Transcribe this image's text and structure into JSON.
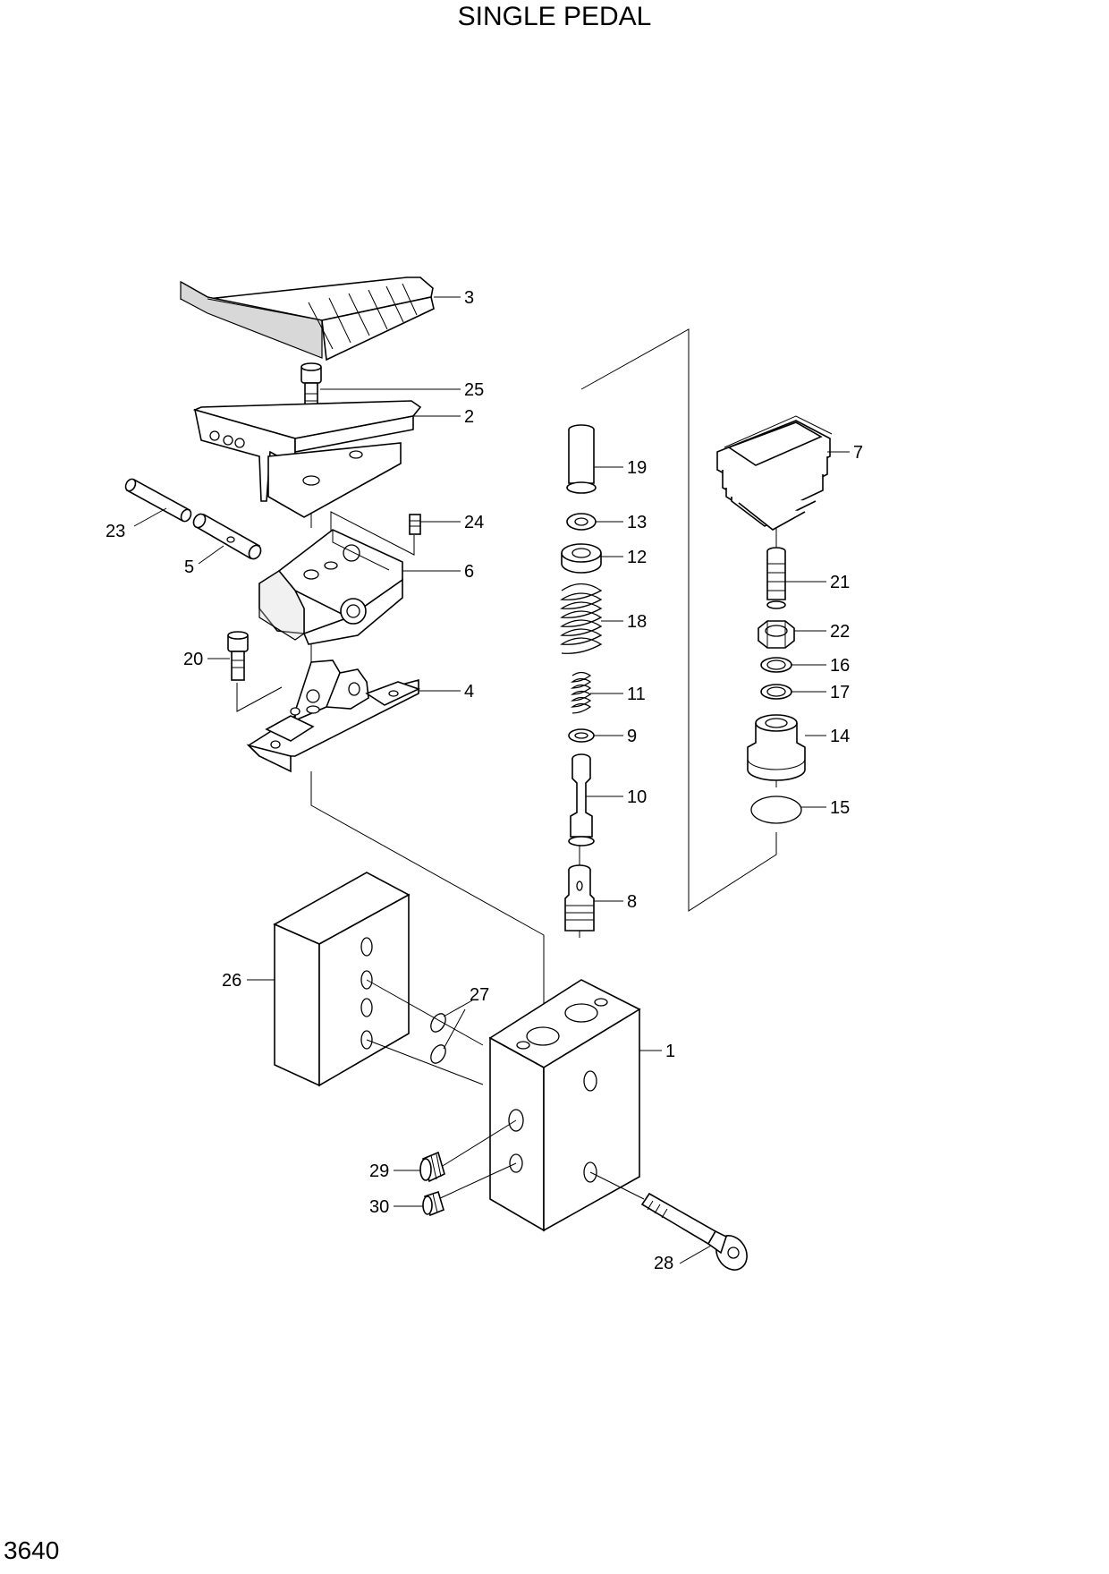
{
  "diagram": {
    "title": "SINGLE PEDAL",
    "page_code": "3640",
    "part_labels": [
      "1",
      "2",
      "3",
      "4",
      "5",
      "6",
      "7",
      "8",
      "9",
      "10",
      "11",
      "12",
      "13",
      "14",
      "15",
      "16",
      "17",
      "18",
      "19",
      "20",
      "21",
      "22",
      "23",
      "24",
      "25",
      "26",
      "27",
      "28",
      "29",
      "30"
    ]
  }
}
